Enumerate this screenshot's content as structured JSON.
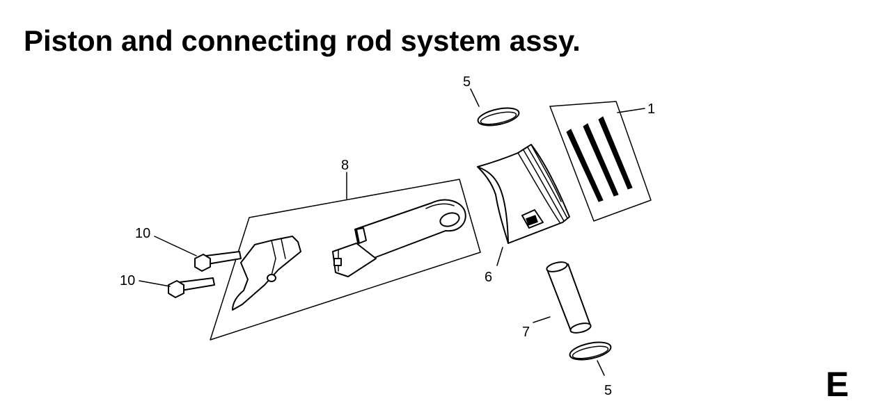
{
  "title": "Piston and connecting rod system assy.",
  "section_letter": "E",
  "colors": {
    "ink": "#000000",
    "background": "#ffffff"
  },
  "callouts": [
    {
      "id": "ring-top",
      "label": "5"
    },
    {
      "id": "ring-set",
      "label": "1"
    },
    {
      "id": "conrod",
      "label": "8"
    },
    {
      "id": "bolt-upper",
      "label": "10"
    },
    {
      "id": "bolt-lower",
      "label": "10"
    },
    {
      "id": "piston",
      "label": "6"
    },
    {
      "id": "piston-pin",
      "label": "7"
    },
    {
      "id": "ring-bottom",
      "label": "5"
    }
  ]
}
